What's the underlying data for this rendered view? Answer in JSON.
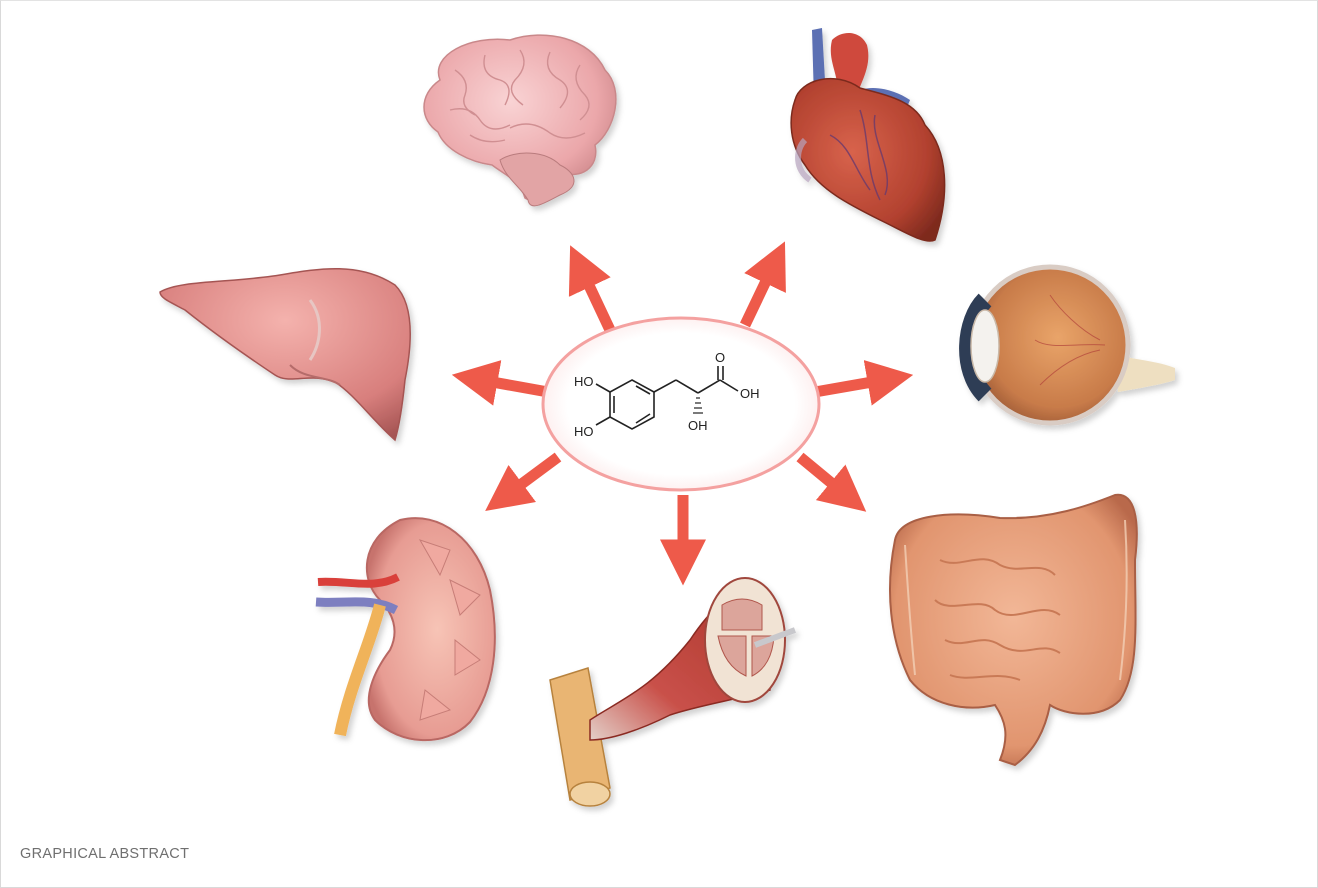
{
  "caption": "GRAPHICAL ABSTRACT",
  "molecule": {
    "labels": {
      "ho_top": "HO",
      "ho_bottom": "HO",
      "carbonyl_o": "O",
      "acid_oh": "OH",
      "alpha_oh": "OH"
    }
  },
  "organs": [
    "brain",
    "heart",
    "liver",
    "eye",
    "kidney",
    "muscle",
    "intestine"
  ],
  "colors": {
    "arrow": "#ee5a4a",
    "ellipse_border": "#f4a1a0",
    "organ_pink": "#f0b3b4",
    "organ_red": "#c14a3c",
    "caption": "#6f6f6f"
  }
}
